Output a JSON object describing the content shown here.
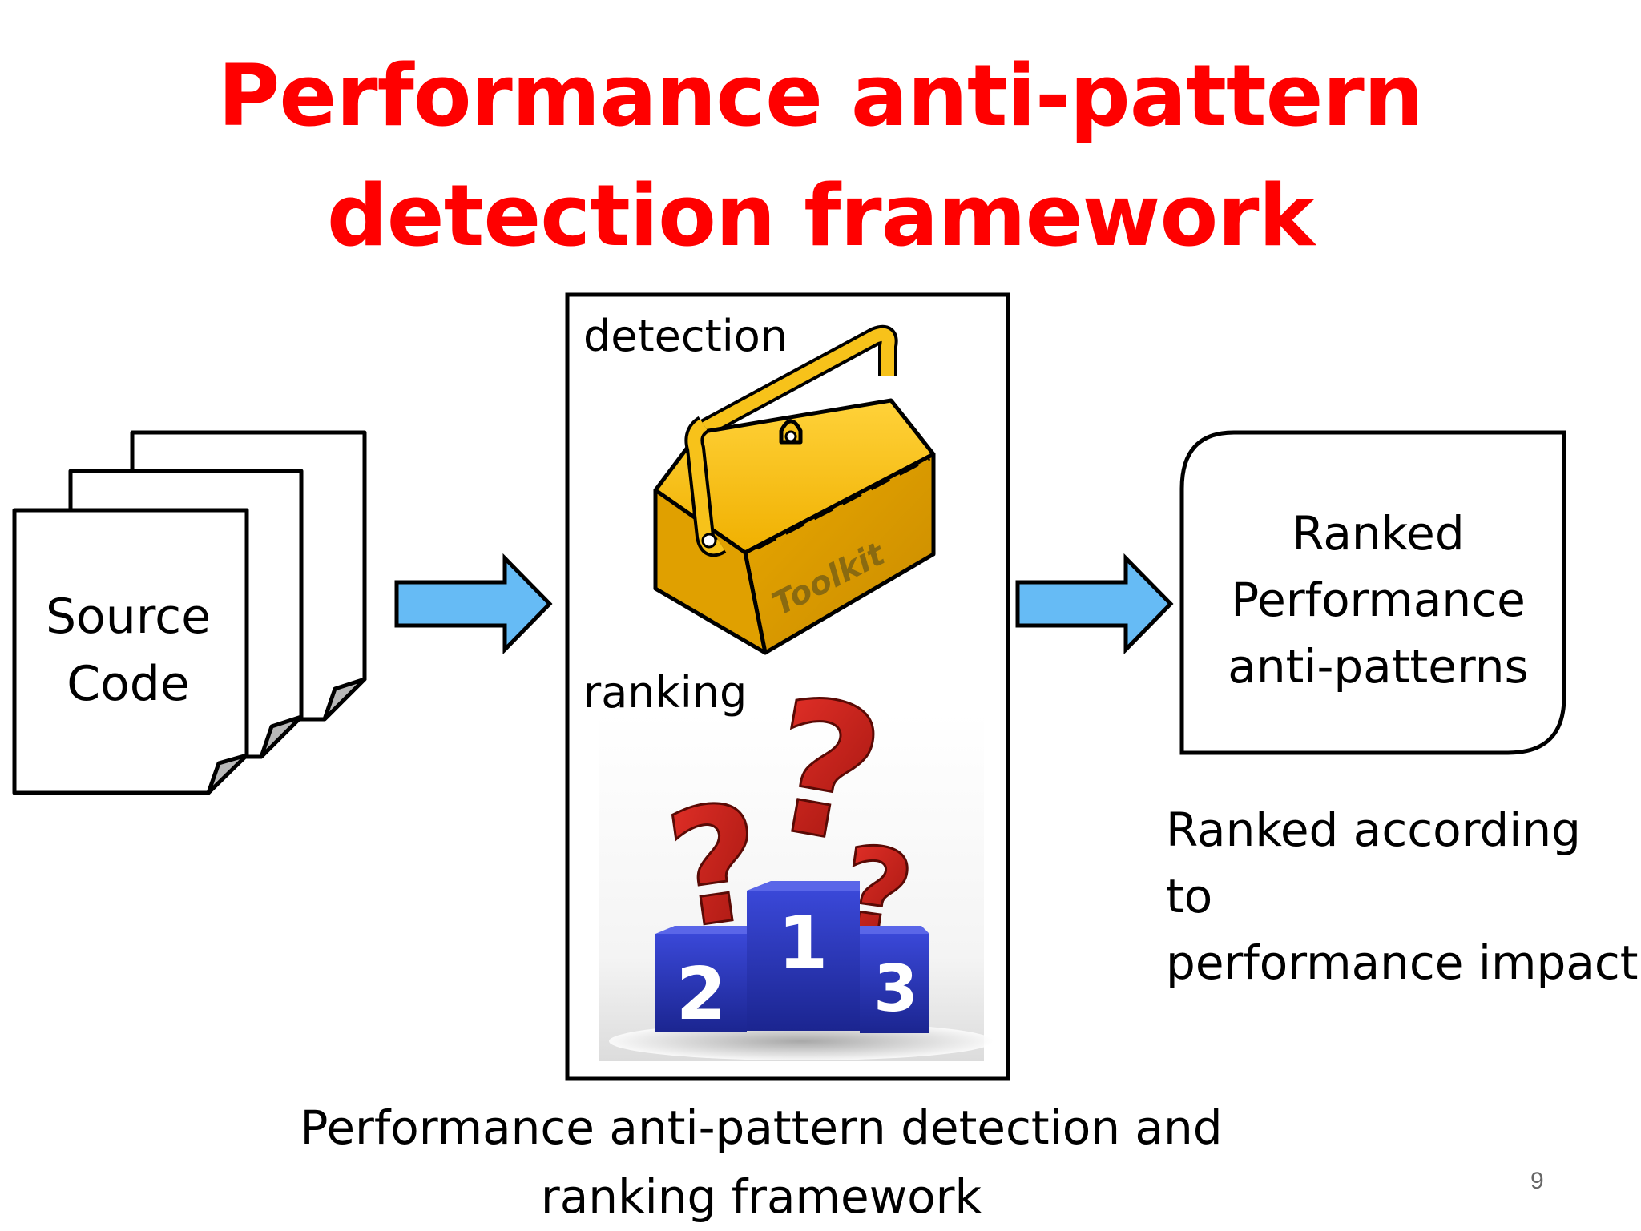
{
  "title": {
    "line1": "Performance anti-pattern",
    "line2": "detection framework"
  },
  "input": {
    "label_line1": "Source",
    "label_line2": "Code"
  },
  "framework": {
    "detection_label": "detection",
    "toolkit_text": "Toolkit",
    "ranking_label": "ranking",
    "podium_numbers": [
      "2",
      "1",
      "3"
    ]
  },
  "output": {
    "line1": "Ranked",
    "line2": "Performance",
    "line3": "anti-patterns"
  },
  "ranking_note": {
    "line1": "Ranked according to",
    "line2": "performance impact"
  },
  "caption": {
    "line1": "Performance anti-pattern detection and",
    "line2": "ranking framework"
  },
  "page_number": "9",
  "colors": {
    "title": "#ff0000",
    "arrow_fill": "#66bbf5",
    "toolbox": "#f5b800",
    "question_mark": "#c81e14",
    "podium": "#2b36b8"
  },
  "icons": [
    "document-stack-icon",
    "right-arrow-icon",
    "toolbox-icon",
    "question-mark-icon",
    "podium-icon"
  ]
}
